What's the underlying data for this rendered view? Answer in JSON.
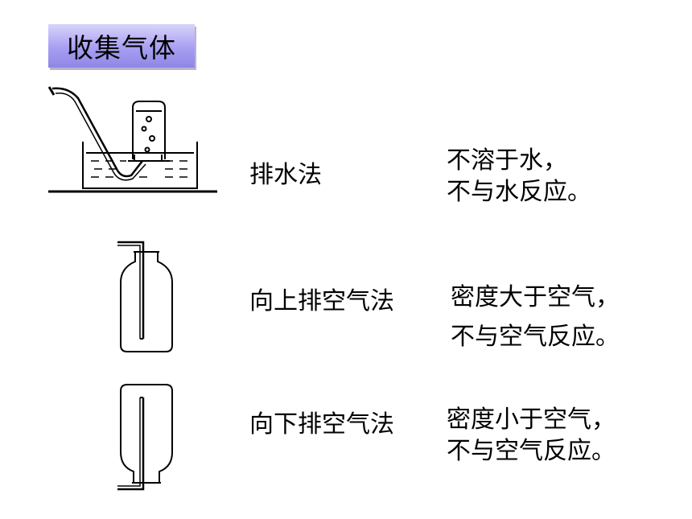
{
  "slide": {
    "title": "收集气体",
    "rows": [
      {
        "method": "排水法",
        "condition_line1": "不溶于水，",
        "condition_line2": "不与水反应。"
      },
      {
        "method": "向上排空气法",
        "condition_line1": "密度大于空气，",
        "condition_line2": "不与空气反应。"
      },
      {
        "method": "向下排空气法",
        "condition_line1": "密度小于空气，",
        "condition_line2": "不与空气反应。"
      }
    ]
  },
  "colors": {
    "title_bg": "#a79ff0",
    "ink": "#000000"
  }
}
